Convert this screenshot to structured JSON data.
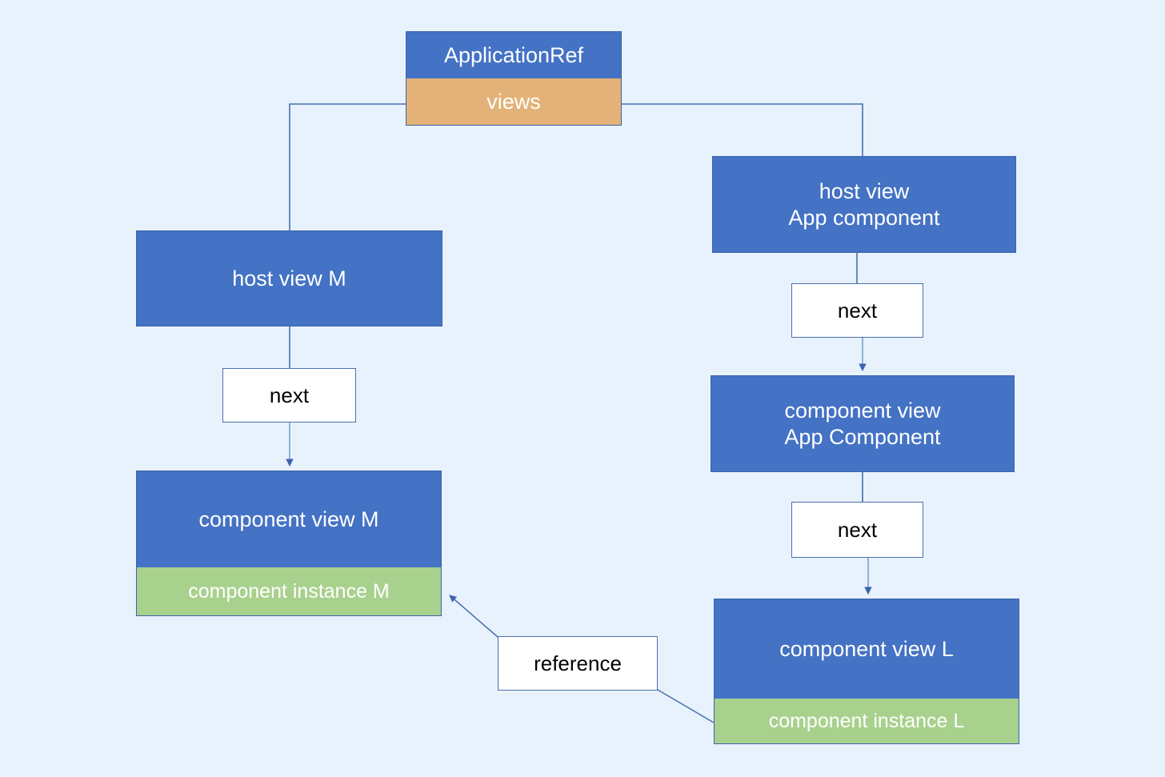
{
  "diagram": {
    "title": "Angular ApplicationRef views linked-list diagram",
    "background_color": "#e8f2fc",
    "colors": {
      "view_blue": "#4472c4",
      "views_orange": "#e3b278",
      "instance_green": "#a9d18e",
      "connector_blue": "#4a6fae",
      "label_box_background": "#ffffff",
      "label_text": "#000000",
      "node_text": "#ffffff"
    }
  },
  "nodes": {
    "application_ref": {
      "header": "ApplicationRef",
      "property": "views"
    },
    "host_view_app": {
      "line1": "host view",
      "line2": "App component",
      "text": "host view\nApp component"
    },
    "host_view_m": {
      "text": "host view M"
    },
    "component_view_app": {
      "line1": "component view",
      "line2": "App Component",
      "text": "component view\nApp Component"
    },
    "component_view_m": {
      "view": "component view M",
      "instance": "component instance M"
    },
    "component_view_l": {
      "view": "component view L",
      "instance": "component instance L"
    }
  },
  "edge_labels": {
    "next_left": "next",
    "next_right_1": "next",
    "next_right_2": "next",
    "reference": "reference"
  },
  "edges": [
    {
      "name": "views-to-host-view-m",
      "from": "views",
      "to": "host view M",
      "arrow": false
    },
    {
      "name": "views-to-host-view-app",
      "from": "views",
      "to": "host view App component",
      "arrow": false
    },
    {
      "name": "host-view-m-to-component-view-m",
      "from": "host view M",
      "to": "component view M",
      "label": "next",
      "arrow": true
    },
    {
      "name": "host-view-app-to-component-view-app",
      "from": "host view App component",
      "to": "component view App Component",
      "label": "next",
      "arrow": true
    },
    {
      "name": "component-view-app-to-component-view-l",
      "from": "component view App Component",
      "to": "component view L",
      "label": "next",
      "arrow": true
    },
    {
      "name": "component-instance-l-to-component-instance-m",
      "from": "component instance L",
      "to": "component instance M",
      "label": "reference",
      "arrow": true
    }
  ]
}
